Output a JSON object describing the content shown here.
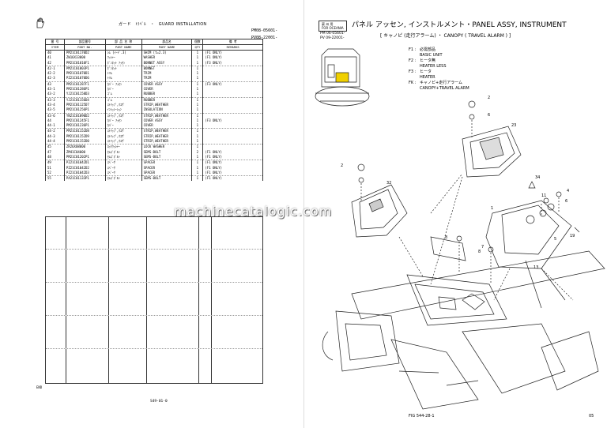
{
  "left": {
    "title": "ガード　ﾄﾗﾍﾞﾙ　・　GUARD INSTALLATION",
    "codes": [
      "PM08-05601-",
      "PV08-22001-"
    ],
    "headers_jp": [
      "番 号",
      "部品番号",
      "部 品 名 称",
      "部品名",
      "個数",
      "備 考"
    ],
    "headers_en": [
      "ITEM",
      "PART NO.",
      "PART NAME",
      "PART NAME",
      "QTY",
      "REMARKS"
    ],
    "rows": [
      [
        "40",
        "PM21C01170D2",
        "ｼﾑ (ｲｰﾄﾞ.3)",
        "SHIM (t=2.3)",
        "1",
        "(F1 ONLY)"
      ],
      [
        "41",
        "ZW16X33000",
        "ﾜｯｼｬｰ",
        "WASHER",
        "1",
        "(F1 ONLY)"
      ],
      [
        "42",
        "PM21C01010F1",
        "ﾎﾞﾝﾈｯﾄ ｱｯｾﾝ",
        "BONNET ASSY",
        "1",
        "(F3 ONLY)"
      ],
      [
        "42-1",
        "PM21C01003P1",
        "ﾎﾞﾝﾈｯﾄ",
        "BONNET",
        "1",
        ""
      ],
      [
        "42-2",
        "PM21C01070D1",
        "ﾄﾘﾑ",
        "TRIM",
        "1",
        ""
      ],
      [
        "42-3",
        "PZ21C01070D6",
        "ﾄﾘﾑ",
        "TRIM",
        "1",
        ""
      ],
      [
        "43",
        "PM21C01287F1",
        "ｶﾊﾞｰ ｱｯｾﾝ",
        "COVER ASSY",
        "1",
        "(F3 ONLY)"
      ],
      [
        "43-1",
        "PM21C01286P1",
        "ｶﾊﾞｰ",
        "COVER",
        "1",
        ""
      ],
      [
        "43-2",
        "YJ21C01158D3",
        "ｺﾞﾑ",
        "RUBBER",
        "1",
        ""
      ],
      [
        "43-3",
        "YJ21C01156D4",
        "ｺﾞﾑ",
        "RUBBER",
        "1",
        ""
      ],
      [
        "43-4",
        "PM21C01125D7",
        "ｽﾄﾘｯﾌﾟ,ｳｴｻﾞ",
        "STRIP,WEATHER",
        "1",
        ""
      ],
      [
        "43-5",
        "PM21C01256P1",
        "ｲﾝｼｭﾚｰｼｮﾝ",
        "INSULATION",
        "1",
        ""
      ],
      [
        "43-6",
        "YN21C01090D2",
        "ｽﾄﾘｯﾌﾟ,ｳｴｻﾞ",
        "STRIP,WEATHER",
        "1",
        ""
      ],
      [
        "44",
        "PM21C01245F1",
        "ｶﾊﾞｰ ｱｯｾﾝ",
        "COVER ASSY",
        "1",
        "(F3 ONLY)"
      ],
      [
        "44-1",
        "PM21C01236P1",
        "ｶﾊﾞｰ",
        "COVER",
        "1",
        ""
      ],
      [
        "44-2",
        "PM21C01152D8",
        "ｽﾄﾘｯﾌﾟ,ｳｴｻﾞ",
        "STRIP,WEATHER",
        "1",
        ""
      ],
      [
        "44-3",
        "PM21C01152D9",
        "ｽﾄﾘｯﾌﾟ,ｳｴｻﾞ",
        "STRIP,WEATHER",
        "1",
        ""
      ],
      [
        "44-4",
        "PM21C01152D0",
        "ｽﾄﾘｯﾌﾟ,ｳｴｻﾞ",
        "STRIP,WEATHER",
        "1",
        ""
      ],
      [
        "45",
        "ZR26X08000",
        "ﾛｯｸﾜｯｼｬｰ",
        "LOCK WASHER",
        "1",
        ""
      ],
      [
        "47",
        "ZM41C04000",
        "ｾﾑｽﾞﾎﾞﾙﾄ",
        "SEMS-BOLT",
        "2",
        "(F1 ONLY)"
      ],
      [
        "48",
        "PM21C01202P1",
        "ｾﾑｽﾞﾎﾞﾙﾄ",
        "SEMS-BOLT",
        "1",
        "(F1 ONLY)"
      ],
      [
        "49",
        "PZ21C01042D1",
        "ｽﾍﾟｰｻ",
        "SPACER",
        "1",
        "(F1 ONLY)"
      ],
      [
        "51",
        "PZ21C01042D2",
        "ｽﾍﾟｰｻ",
        "SPACER",
        "1",
        "(F1 ONLY)"
      ],
      [
        "52",
        "PZ21C01042D3",
        "ｽﾍﾟｰｻ",
        "SPACER",
        "1",
        "(F1 ONLY)"
      ],
      [
        "55",
        "PA21C01133P1",
        "ｾﾑｽﾞﾎﾞﾙﾄ",
        "SEMS-BOLT",
        "1",
        "(F1 ONLY)"
      ]
    ],
    "end_mark": "END",
    "page_number": "S49-01-0"
  },
  "right": {
    "region_tag_jp": "豪 州 用",
    "region_tag_en": "FOR OCEANIA",
    "title": "パネル アッセン, インストルメント・PANEL ASSY, INSTRUMENT",
    "codes": [
      "PM 06-05601-",
      "PV 09-22001-"
    ],
    "subtitle": "[ キャノピ (走行アラーム) ・ CANOPY ( TRAVEL ALARM ) ]",
    "legend": [
      {
        "key": "F1 :",
        "jp": "必需部品",
        "en": "BASIC UNIT"
      },
      {
        "key": "F2 :",
        "jp": "ヒータ無",
        "en": "HEATER LESS"
      },
      {
        "key": "F3 :",
        "jp": "ヒータ",
        "en": "HEATER"
      },
      {
        "key": "FK :",
        "jp": "キャノピ+走行アラーム",
        "en": "CANOPY+TRAVEL ALARM"
      }
    ],
    "callouts": [
      "2",
      "6",
      "23",
      "2",
      "32",
      "34",
      "11",
      "4",
      "6",
      "8",
      "7",
      "1",
      "19",
      "5",
      "13",
      "8"
    ],
    "figure_label": "FIG 544-28-1",
    "page_number": "05"
  },
  "watermark": "machinecatalogic.com"
}
